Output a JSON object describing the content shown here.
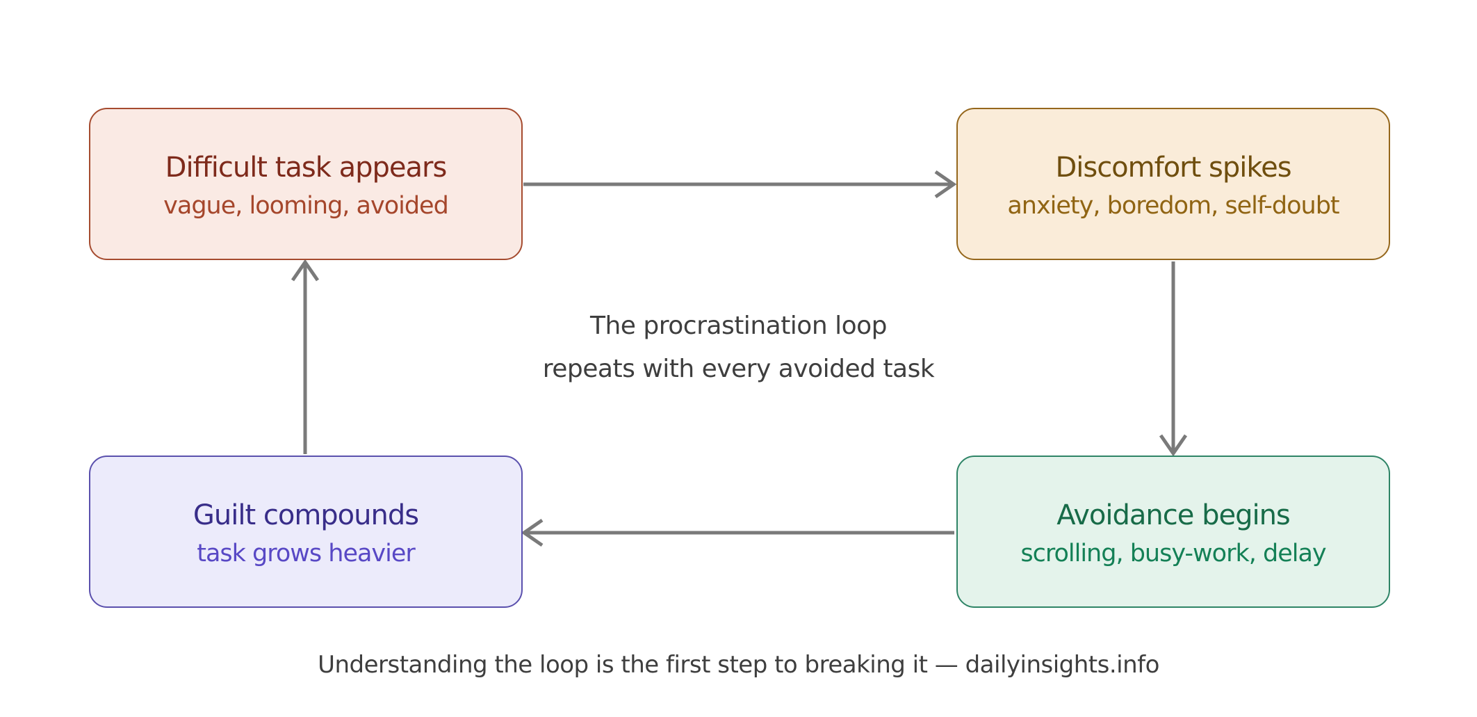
{
  "canvas": {
    "background_color": "#ffffff",
    "text_color": "#3e3e3e",
    "arrow_color": "#7a7a7a"
  },
  "diagram": {
    "center_label": {
      "line1": "The procrastination loop",
      "line2": "repeats with every avoided task"
    },
    "caption": {
      "text": "Understanding the loop is the first step to breaking it — dailyinsights.info"
    },
    "nodes": [
      {
        "id": "difficult-task-appears",
        "title": "Difficult task appears",
        "subtitle": "vague, looming, avoided",
        "bg": "#faeae4",
        "border": "#a54b2f",
        "title_color": "#7e2a1b",
        "subtitle_color": "#a5462b",
        "position": "top-left"
      },
      {
        "id": "discomfort-spikes",
        "title": "Discomfort spikes",
        "subtitle": "anxiety, boredom, self-doubt",
        "bg": "#faecd9",
        "border": "#95671c",
        "title_color": "#6f4e0e",
        "subtitle_color": "#906413",
        "position": "top-right"
      },
      {
        "id": "avoidance-begins",
        "title": "Avoidance begins",
        "subtitle": "scrolling, busy-work, delay",
        "bg": "#e4f3eb",
        "border": "#2e8466",
        "title_color": "#176b48",
        "subtitle_color": "#148056",
        "position": "bottom-right"
      },
      {
        "id": "guilt-compounds",
        "title": "Guilt compounds",
        "subtitle": "task grows heavier",
        "bg": "#ecebfb",
        "border": "#5a50ad",
        "title_color": "#382d89",
        "subtitle_color": "#5848c5",
        "position": "bottom-left"
      }
    ],
    "arrows": [
      {
        "from": "difficult-task-appears",
        "to": "discomfort-spikes"
      },
      {
        "from": "discomfort-spikes",
        "to": "avoidance-begins"
      },
      {
        "from": "avoidance-begins",
        "to": "guilt-compounds"
      },
      {
        "from": "guilt-compounds",
        "to": "difficult-task-appears"
      }
    ]
  }
}
